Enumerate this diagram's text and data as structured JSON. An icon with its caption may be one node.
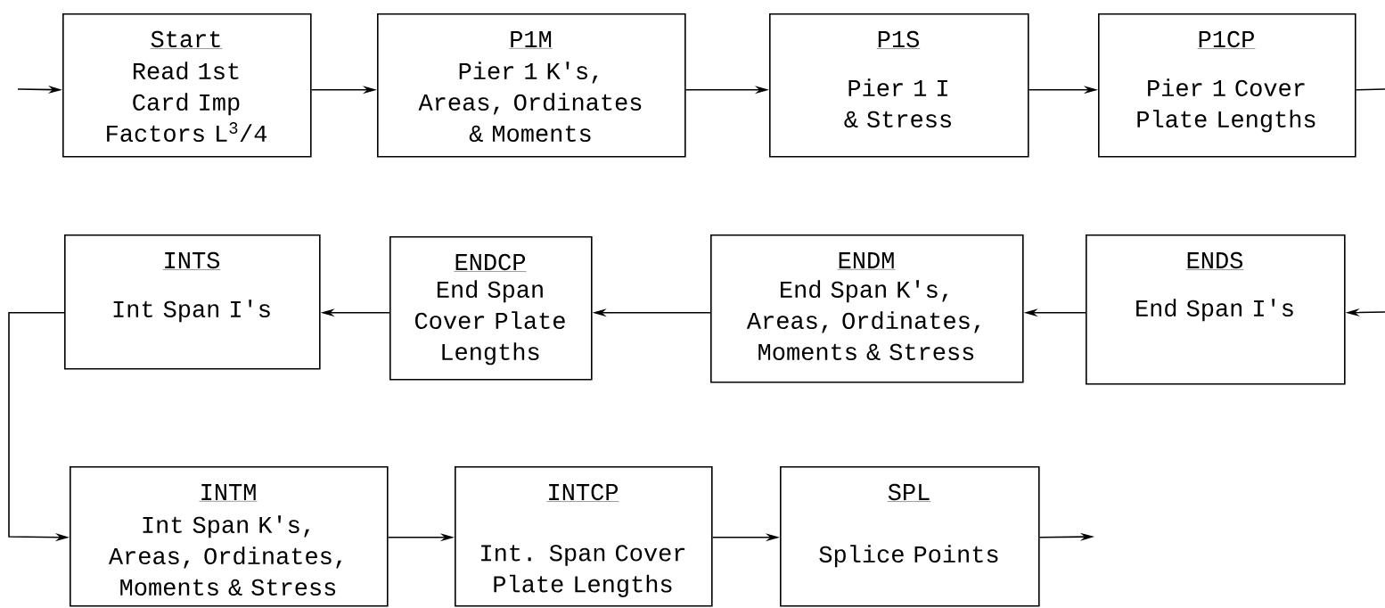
{
  "diagram": {
    "nodes": [
      {
        "text": [
          "Start",
          "Read 1st Card Imp Factors L$^{3}$/4"
        ]
      },
      {
        "text": [
          "P1M",
          "Pier 1 K's, Areas, Ordinates & Moments"
        ]
      },
      {
        "text": [
          "P1S",
          "Pier 1 I & Stress"
        ]
      },
      {
        "text": [
          "P1CP",
          "Pier 1 Cover Plate Lengths"
        ]
      },
      {
        "text": [
          "INTS",
          "Int Span I's"
        ]
      },
      {
        "text": [
          "ENDCP",
          "End Span Cover Plate Lengths"
        ]
      },
      {
        "text": [
          "ENDM",
          "End Span K's, Areas, Ordinates, Moments & Stress"
        ]
      },
      {
        "text": [
          "ENDS",
          "End Span I's"
        ]
      },
      {
        "text": [
          "INTM",
          "Int Span K's, Areas, Ordinates, Moments & Stress"
        ]
      },
      {
        "text": [
          "INTCP",
          "Int. Span Cover Plate Lengths"
        ]
      },
      {
        "text": [
          "SPL",
          "Splice Points"
        ]
      }
    ],
    "edges": [
      {
        "from": null,
        "to": 0,
        "arrow": "to"
      },
      {
        "from": 0,
        "to": 1,
        "arrow": "to"
      },
      {
        "from": 1,
        "to": 2,
        "arrow": "to"
      },
      {
        "from": 2,
        "to": 3,
        "arrow": "to"
      },
      {
        "from": 3,
        "to": null,
        "arrow": "none"
      },
      {
        "from": null,
        "to": 7,
        "arrow": "to"
      },
      {
        "from": 7,
        "to": 6,
        "arrow": "to"
      },
      {
        "from": 6,
        "to": 5,
        "arrow": "to"
      },
      {
        "from": 5,
        "to": 4,
        "arrow": "to"
      },
      {
        "from": 4,
        "to": 8,
        "arrow": "to"
      },
      {
        "from": 8,
        "to": 9,
        "arrow": "to"
      },
      {
        "from": 9,
        "to": 10,
        "arrow": "to"
      },
      {
        "from": 10,
        "to": null,
        "arrow": "to"
      }
    ]
  }
}
